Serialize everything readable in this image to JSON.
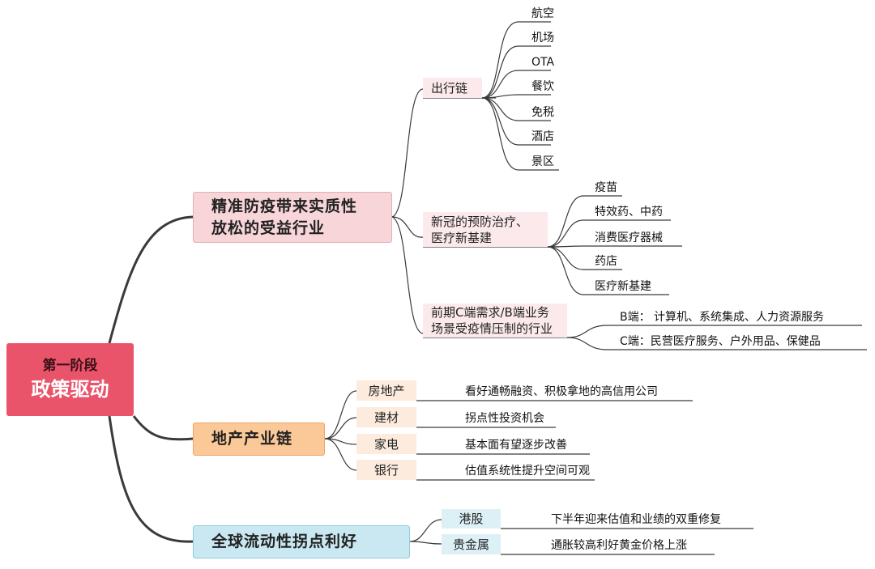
{
  "root": {
    "line1": "第一阶段",
    "line2": "政策驱动"
  },
  "branch1": {
    "line1": "精准防疫带来实质性",
    "line2": "放松的受益行业",
    "travel": {
      "label": "出行链",
      "items": [
        "航空",
        "机场",
        "OTA",
        "餐饮",
        "免税",
        "酒店",
        "景区"
      ]
    },
    "medical": {
      "line1": "新冠的预防治疗、",
      "line2": "医疗新基建",
      "items": [
        "疫苗",
        "特效药、中药",
        "消费医疗器械",
        "药店",
        "医疗新基建"
      ]
    },
    "suppressed": {
      "line1": "前期C端需求/B端业务",
      "line2": "场景受疫情压制的行业",
      "items": [
        "B端： 计算机、系统集成、人力资源服务",
        "C端：民营医疗服务、户外用品、保健品"
      ]
    }
  },
  "branch2": {
    "label": "地产产业链",
    "items": [
      {
        "name": "房地产",
        "desc": "看好通畅融资、积极拿地的高信用公司"
      },
      {
        "name": "建材",
        "desc": "拐点性投资机会"
      },
      {
        "name": "家电",
        "desc": "基本面有望逐步改善"
      },
      {
        "name": "银行",
        "desc": "估值系统性提升空间可观"
      }
    ]
  },
  "branch3": {
    "label": "全球流动性拐点利好",
    "items": [
      {
        "name": "港股",
        "desc": "下半年迎来估值和业绩的双重修复"
      },
      {
        "name": "贵金属",
        "desc": "通胀较高利好黄金价格上涨"
      }
    ]
  },
  "colors": {
    "root": "#e9546b",
    "branch1": "#f7d5d8",
    "branch2": "#fbc898",
    "branch3": "#c9e8f2",
    "line": "#3a3a3a"
  }
}
